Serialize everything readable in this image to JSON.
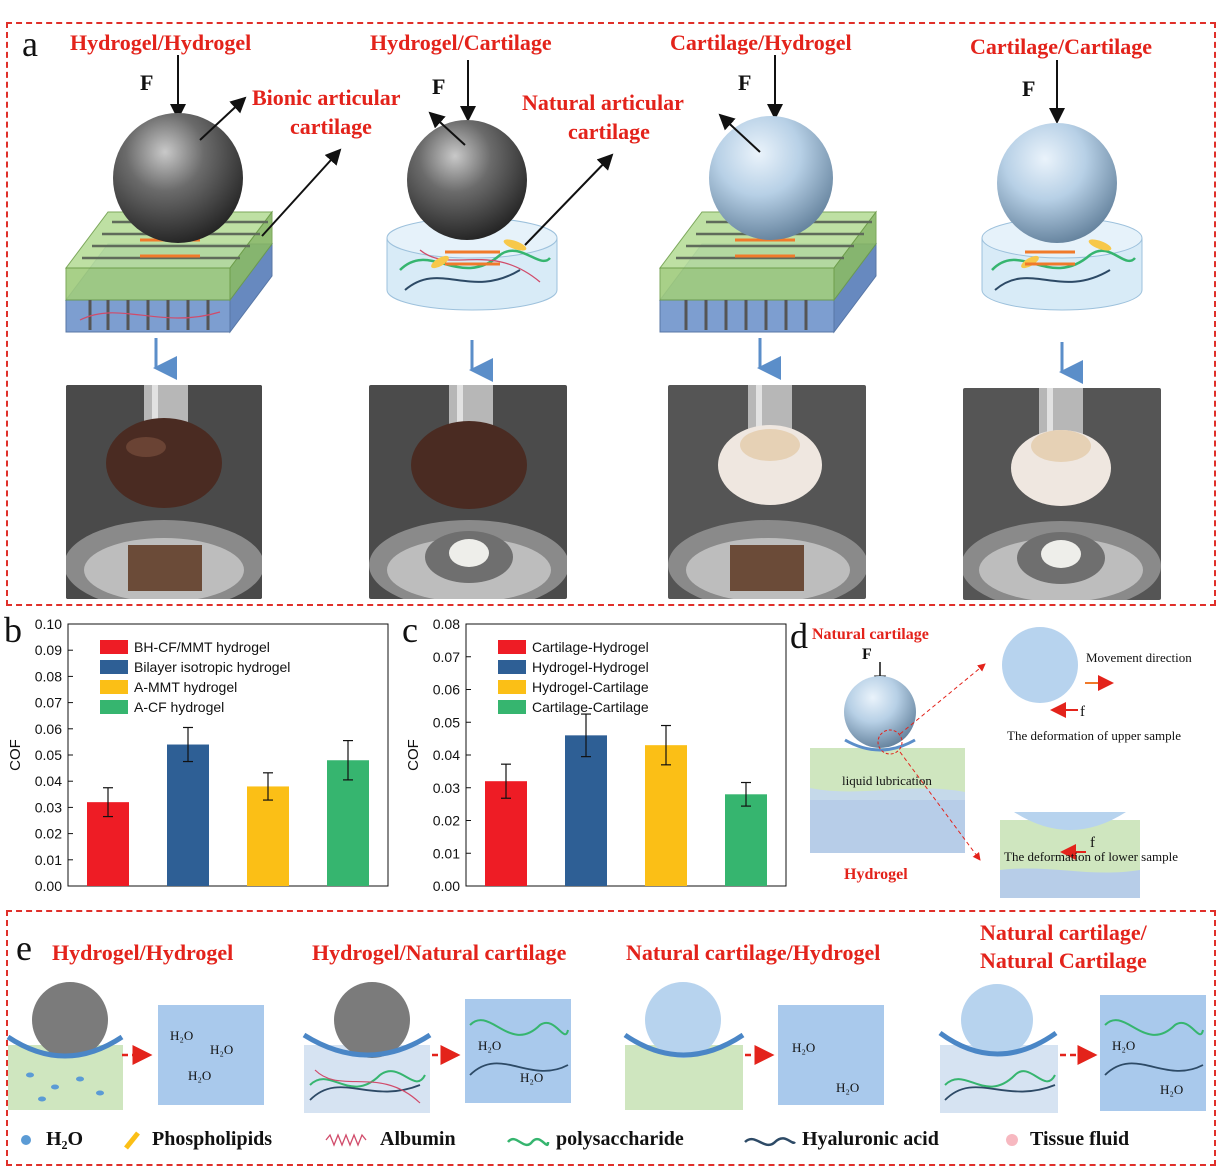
{
  "panel_a": {
    "label": "a",
    "titles": [
      "Hydrogel/Hydrogel",
      "Hydrogel/Cartilage",
      "Cartilage/Hydrogel",
      "Cartilage/Cartilage"
    ],
    "force_label": "F",
    "annot_bionic": "Bionic articular cartilage",
    "annot_bionic_line1": "Bionic articular",
    "annot_bionic_line2": "cartilage",
    "annot_natural_line1": "Natural articular",
    "annot_natural_line2": "cartilage"
  },
  "panel_b": {
    "label": "b"
  },
  "panel_c": {
    "label": "c"
  },
  "panel_d": {
    "label": "d",
    "title": "Natural  cartilage",
    "force_label": "F",
    "liquid": "liquid lubrication",
    "bottom": "Hydrogel",
    "movement": "Movement direction",
    "f_label": "f",
    "upper": "The deformation of upper sample",
    "lower": "The deformation of lower sample"
  },
  "panel_e": {
    "label": "e",
    "titles": [
      "Hydrogel/Hydrogel",
      "Hydrogel/Natural cartilage",
      "Natural cartilage/Hydrogel",
      "Natural cartilage/",
      "Natural Cartilage"
    ],
    "water": "H₂O",
    "legend": [
      "H₂O",
      "Phospholipids",
      "Albumin",
      "polysaccharide",
      "Hyaluronic acid",
      "Tissue fluid"
    ]
  },
  "colors": {
    "red": "#e3231b",
    "blue": "#2e5f95",
    "yellow": "#fbbf16",
    "green": "#36b56f",
    "bar_red": "#ee1c25"
  },
  "chart_data": [
    {
      "type": "bar",
      "ylabel": "COF",
      "ylim": [
        0,
        0.1
      ],
      "yticks": [
        "0.00",
        "0.01",
        "0.02",
        "0.03",
        "0.04",
        "0.05",
        "0.06",
        "0.07",
        "0.08",
        "0.09",
        "0.10"
      ],
      "categories": [
        "BH-CF/MMT hydrogel",
        "Bilayer isotropic hydrogel",
        "A-MMT hydrogel",
        "A-CF hydrogel"
      ],
      "values": [
        0.032,
        0.054,
        0.038,
        0.048
      ],
      "errors": [
        0.0055,
        0.0065,
        0.0052,
        0.0075
      ],
      "colors": [
        "#ee1c25",
        "#2e5f95",
        "#fbbf16",
        "#36b56f"
      ],
      "legend_position": "top-left"
    },
    {
      "type": "bar",
      "ylabel": "COF",
      "ylim": [
        0,
        0.08
      ],
      "yticks": [
        "0.00",
        "0.01",
        "0.02",
        "0.03",
        "0.04",
        "0.05",
        "0.06",
        "0.07",
        "0.08"
      ],
      "categories": [
        "Cartilage-Hydrogel",
        "Hydrogel-Hydrogel",
        "Hydrogel-Cartilage",
        "Cartilage-Cartilage"
      ],
      "values": [
        0.032,
        0.046,
        0.043,
        0.028
      ],
      "errors": [
        0.0052,
        0.0065,
        0.006,
        0.0036
      ],
      "colors": [
        "#ee1c25",
        "#2e5f95",
        "#fbbf16",
        "#36b56f"
      ],
      "legend_position": "top-left"
    }
  ]
}
